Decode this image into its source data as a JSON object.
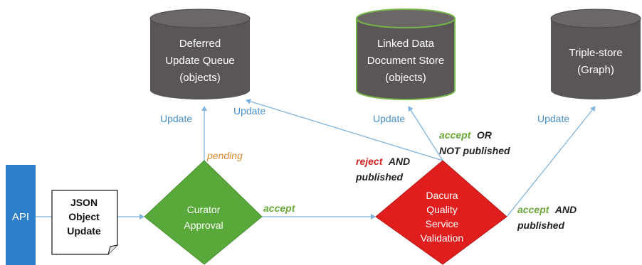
{
  "stores": {
    "deferred": {
      "lines": [
        "Deferred",
        "Update Queue",
        "(objects)"
      ]
    },
    "linked": {
      "lines": [
        "Linked Data",
        "Document Store",
        "(objects)"
      ]
    },
    "triple": {
      "lines": [
        "Triple-store",
        "(Graph)"
      ]
    }
  },
  "api": {
    "label": "API"
  },
  "json_doc": {
    "lines": [
      "JSON",
      "Object",
      "Update"
    ]
  },
  "curator": {
    "lines": [
      "Curator",
      "Approval"
    ]
  },
  "dqs": {
    "lines": [
      "Dacura",
      "Quality",
      "Service",
      "Validation"
    ]
  },
  "edge_labels": {
    "update_deferred": "Update",
    "update_deferred_dqs": "Update",
    "update_linked": "Update",
    "update_triple": "Update",
    "pending": "pending",
    "accept": "accept",
    "accept_or_a": "accept",
    "accept_or_b": "OR",
    "accept_or_c": "NOT published",
    "reject_a": "reject",
    "reject_b": "AND",
    "reject_c": "published",
    "accept_and_a": "accept",
    "accept_and_b": "AND",
    "accept_and_c": "published"
  },
  "colors": {
    "cylinder_fill": "#5a5656",
    "cylinder_top": "#6b6767",
    "linked_outline": "#74b548",
    "curator_fill": "#58a83a",
    "dqs_fill": "#e01e1e",
    "api_fill": "#2e7fca",
    "arrow": "#7fb3dd"
  }
}
